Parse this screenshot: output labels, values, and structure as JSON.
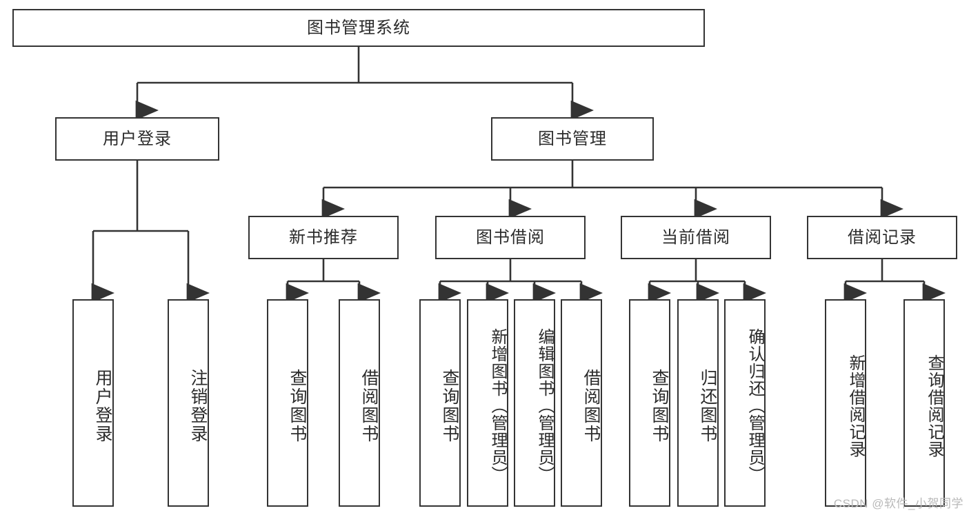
{
  "diagram": {
    "title": "图书管理系统",
    "type": "tree-hierarchy-diagram",
    "colors": {
      "stroke": "#333333",
      "fill": "#ffffff",
      "text": "#2b2b2b",
      "watermark": "#b9b9b9"
    },
    "nodes": {
      "root": "图书管理系统",
      "level2": [
        "用户登录",
        "图书管理"
      ],
      "level3": [
        "新书推荐",
        "图书借阅",
        "当前借阅",
        "借阅记录"
      ],
      "leaves_user_login": [
        "用户登录",
        "注销登录"
      ],
      "leaves_new_book": [
        "查询图书",
        "借阅图书"
      ],
      "leaves_borrow": [
        "查询图书",
        "新增图书（管理员）",
        "编辑图书（管理员）",
        "借阅图书"
      ],
      "leaves_current": [
        "查询图书",
        "归还图书",
        "确认归还（管理员）"
      ],
      "leaves_record": [
        "新增借阅记录",
        "查询借阅记录"
      ]
    }
  },
  "watermark": {
    "text": "CSDN @软件_小贺同学"
  }
}
